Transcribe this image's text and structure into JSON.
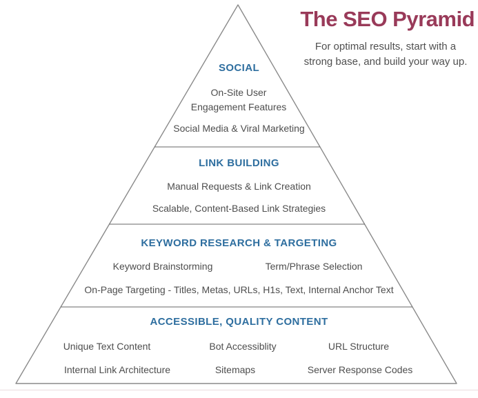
{
  "header": {
    "title": "The SEO Pyramid",
    "subtitle_line1": "For optimal results, start with a",
    "subtitle_line2": "strong base, and build your way up."
  },
  "colors": {
    "title_maroon": "#993a59",
    "heading_blue": "#2e6e9f",
    "body_gray": "#4d4d4d",
    "outline_gray": "#8a8a8a",
    "divider_gray": "#666666",
    "footer_rule_pink": "#f0e6e8"
  },
  "pyramid": {
    "tiers": [
      {
        "heading": "SOCIAL",
        "items": [
          "On-Site User Engagement Features",
          "Social Media & Viral Marketing"
        ]
      },
      {
        "heading": "LINK BUILDING",
        "items": [
          "Manual Requests & Link Creation",
          "Scalable, Content-Based Link Strategies"
        ]
      },
      {
        "heading": "KEYWORD RESEARCH & TARGETING",
        "items": [
          "Keyword Brainstorming",
          "Term/Phrase Selection",
          "On-Page Targeting - Titles, Metas, URLs, H1s, Text, Internal Anchor Text"
        ]
      },
      {
        "heading": "ACCESSIBLE, QUALITY CONTENT",
        "items": [
          "Unique Text Content",
          "Bot Accessiblity",
          "URL Structure",
          "Internal Link Architecture",
          "Sitemaps",
          "Server Response Codes"
        ]
      }
    ]
  }
}
